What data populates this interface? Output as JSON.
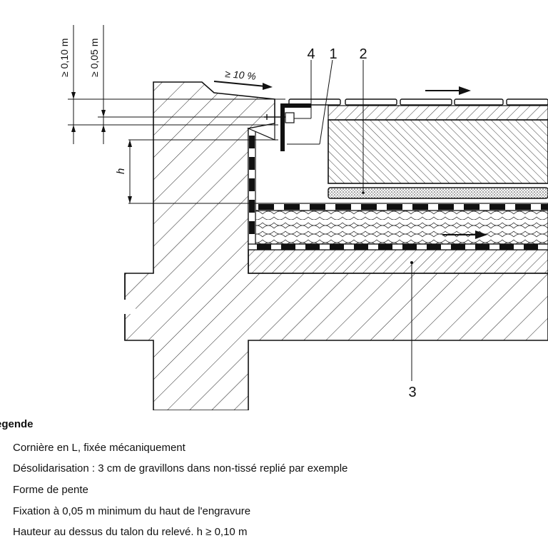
{
  "labels": {
    "n1": "1",
    "n2": "2",
    "n3": "3",
    "n4": "4",
    "dim_010": "≥ 0,10 m",
    "dim_005": "≥ 0,05 m",
    "dim_h": "h",
    "slope": "≥ 10 %"
  },
  "legend": {
    "title": "egende",
    "items": [
      "Cornière en L, fixée mécaniquement",
      "Désolidarisation : 3 cm de gravillons dans non-tissé replié par exemple",
      "Forme de pente",
      "Fixation à 0,05 m minimum du haut de l'engravure",
      "Hauteur au dessus du talon du relevé. h ≥ 0,10 m"
    ]
  }
}
